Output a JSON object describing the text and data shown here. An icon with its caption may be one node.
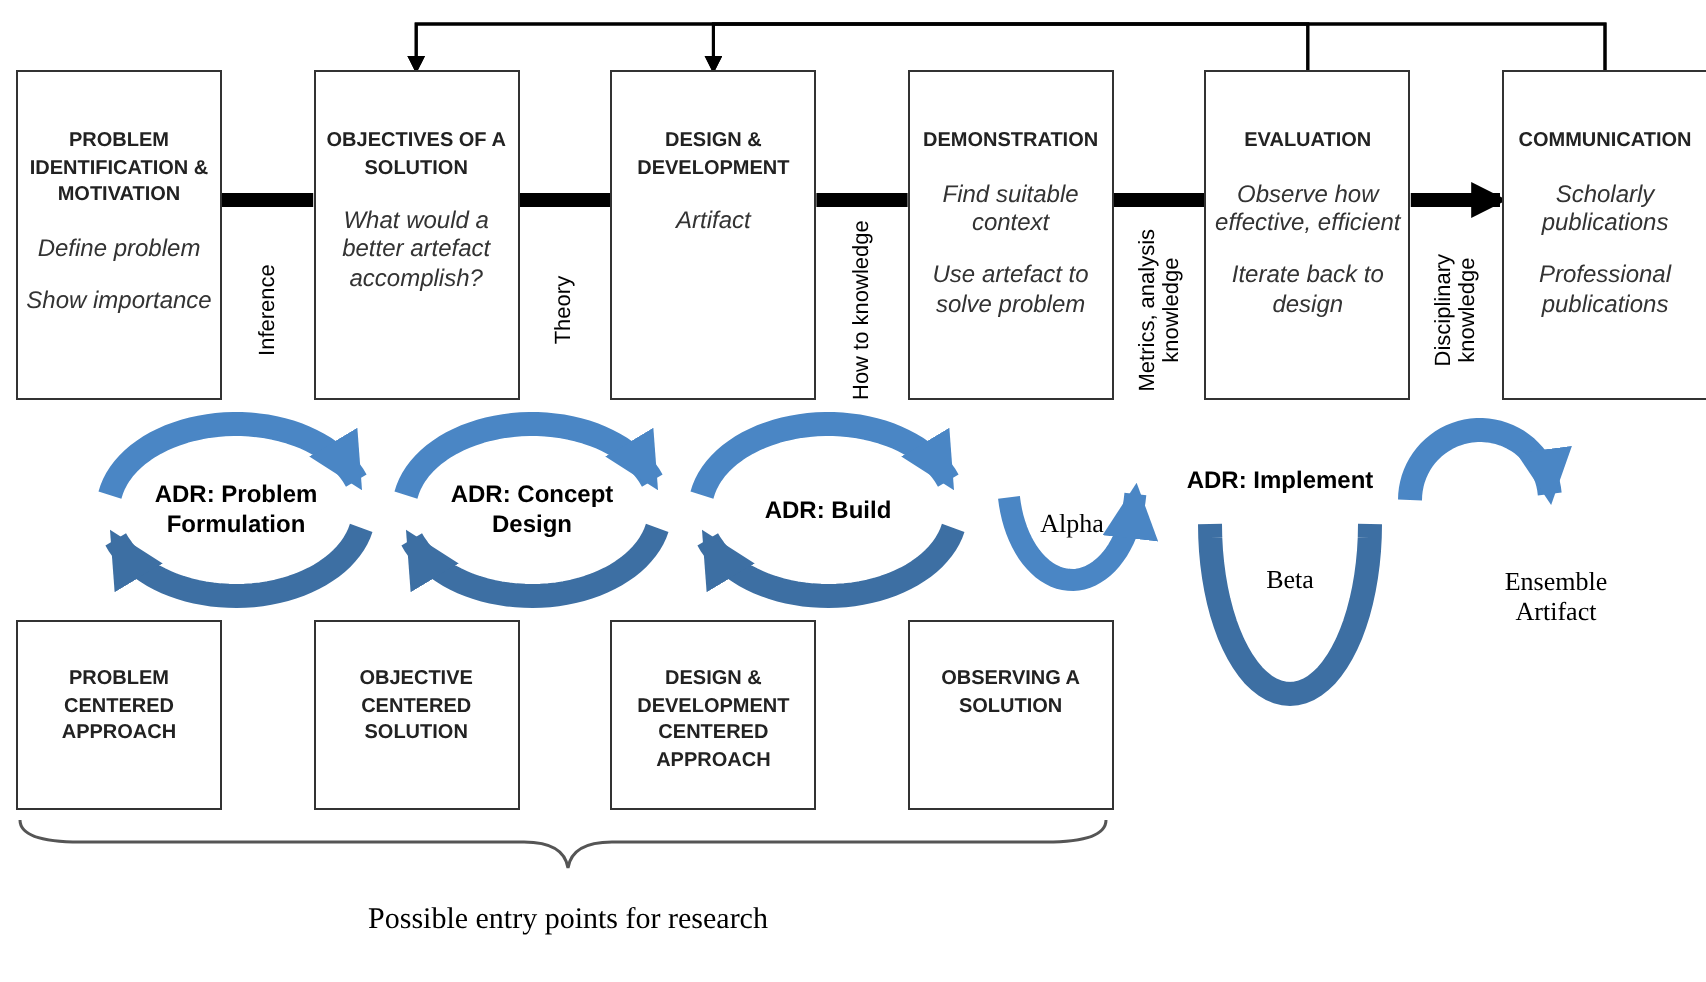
{
  "diagram": {
    "nodes": [
      {
        "text": [
          "PROBLEM IDENTIFICATION & MOTIVATION",
          "Define problem",
          "Show importance"
        ]
      },
      {
        "text": [
          "OBJECTIVES OF A SOLUTION",
          "What would a better artefact accomplish?"
        ]
      },
      {
        "text": [
          "DESIGN & DEVELOPMENT",
          "Artifact"
        ]
      },
      {
        "text": [
          "DEMONSTRATION",
          "Find suitable context",
          "Use artefact to solve problem"
        ]
      },
      {
        "text": [
          "EVALUATION",
          "Observe how effective, efficient",
          "Iterate back to design"
        ]
      },
      {
        "text": [
          "COMMUNICATION",
          "Scholarly publications",
          "Professional publications"
        ]
      },
      {
        "text": [
          "PROBLEM CENTERED APPROACH"
        ]
      },
      {
        "text": [
          "OBJECTIVE CENTERED SOLUTION"
        ]
      },
      {
        "text": [
          "DESIGN & DEVELOPMENT CENTERED APPROACH"
        ]
      },
      {
        "text": [
          "OBSERVING A SOLUTION"
        ]
      }
    ],
    "edges": [
      {
        "from": 0,
        "to": 1,
        "arrow": "none",
        "label": "Inference"
      },
      {
        "from": 1,
        "to": 2,
        "arrow": "none",
        "label": "Theory"
      },
      {
        "from": 2,
        "to": 3,
        "arrow": "none",
        "label": "How to knowledge"
      },
      {
        "from": 3,
        "to": 4,
        "arrow": "none",
        "label": "Metrics, analysis knowledge"
      },
      {
        "from": 4,
        "to": 5,
        "arrow": "to",
        "label": "Disciplinary knowledge"
      },
      {
        "from": 4,
        "to": 1,
        "arrow": "to"
      },
      {
        "from": 4,
        "to": 2,
        "arrow": "to"
      },
      {
        "from": 5,
        "to": 1,
        "arrow": "to"
      },
      {
        "from": 5,
        "to": 2,
        "arrow": "to"
      }
    ],
    "labels": [
      "ADR: Problem Formulation",
      "ADR: Concept Design",
      "ADR: Build",
      "Alpha",
      "ADR: Implement",
      "Beta",
      "Ensemble Artifact",
      "Possible entry points for research"
    ]
  }
}
